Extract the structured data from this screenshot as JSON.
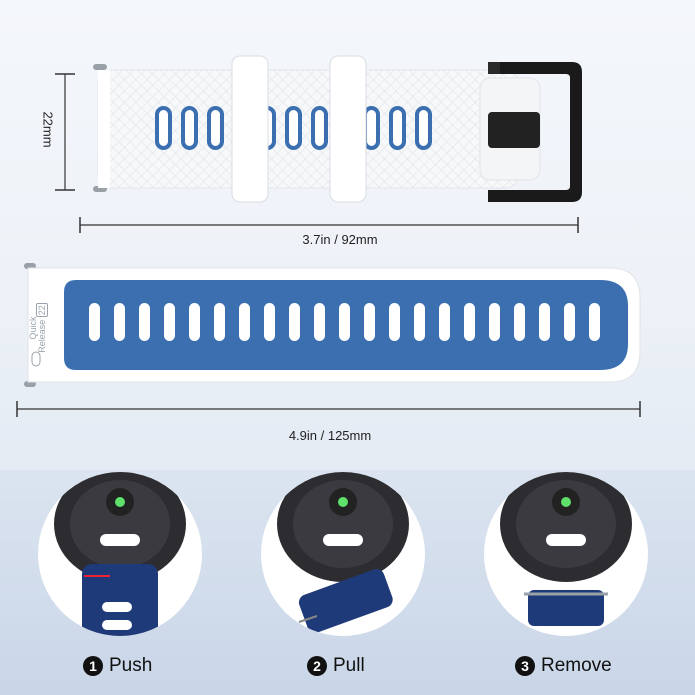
{
  "dimensions": {
    "width_label": "22mm",
    "length_short_label": "3.7in / 92mm",
    "length_long_label": "4.9in / 125mm"
  },
  "strap_imprint": {
    "line1": "Quick",
    "line2": "Release",
    "size": "22"
  },
  "steps": [
    {
      "number": "1",
      "label": "Push"
    },
    {
      "number": "2",
      "label": "Pull"
    },
    {
      "number": "3",
      "label": "Remove"
    }
  ],
  "colors": {
    "strap_white": "#ffffff",
    "strap_blue": "#3b6fb0",
    "strap_navy": "#1f3a78",
    "buckle_black": "#1a1a1a",
    "panel_blue": "#cfdaea"
  }
}
